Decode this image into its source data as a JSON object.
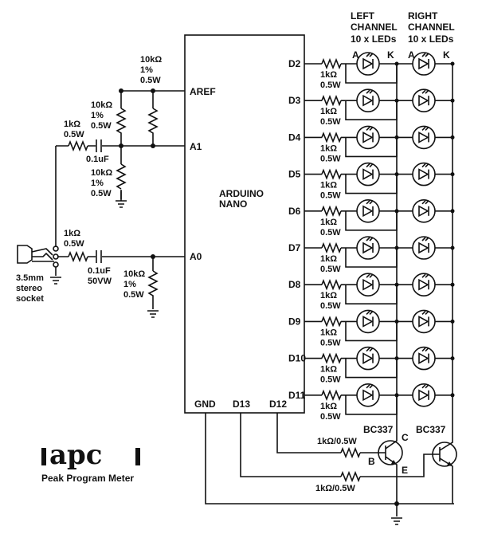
{
  "diagram": {
    "mcu": {
      "name_line1": "ARDUINO",
      "name_line2": "NANO",
      "pins_left": {
        "aref": "AREF",
        "a1": "A1",
        "a0": "A0"
      },
      "pins_bottom": {
        "gnd": "GND",
        "d13": "D13",
        "d12": "D12"
      },
      "pins_right": [
        "D2",
        "D3",
        "D4",
        "D5",
        "D6",
        "D7",
        "D8",
        "D9",
        "D10",
        "D11"
      ]
    },
    "led_resistor": {
      "line1": "1kΩ",
      "line2": "0.5W"
    },
    "channels": {
      "left": {
        "line1": "LEFT",
        "line2": "CHANNEL",
        "line3": "10 x LEDs"
      },
      "right": {
        "line1": "RIGHT",
        "line2": "CHANNEL",
        "line3": "10 x LEDs"
      },
      "anode": "A",
      "cathode": "K"
    },
    "input": {
      "aref_res": {
        "line1": "10kΩ",
        "line2": "1%",
        "line3": "0.5W"
      },
      "a1_upper_res": {
        "line1": "10kΩ",
        "line2": "1%",
        "line3": "0.5W"
      },
      "a1_lower_res": {
        "line1": "10kΩ",
        "line2": "1%",
        "line3": "0.5W"
      },
      "a0_res": {
        "line1": "10kΩ",
        "line2": "1%",
        "line3": "0.5W"
      },
      "r1": {
        "line1": "1kΩ",
        "line2": "0.5W"
      },
      "c1": "0.1uF",
      "r2": {
        "line1": "1kΩ",
        "line2": "0.5W"
      },
      "c2": {
        "line1": "0.1uF",
        "line2": "50VW"
      },
      "socket": {
        "line1": "3.5mm",
        "line2": "stereo",
        "line3": "socket"
      }
    },
    "transistors": {
      "left_name": "BC337",
      "right_name": "BC337",
      "pin_c": "C",
      "pin_b": "B",
      "pin_e": "E",
      "base_res_upper": "1kΩ/0.5W",
      "base_res_lower": "1kΩ/0.5W"
    },
    "logo": {
      "mark": "apc",
      "subtitle": "Peak Program Meter"
    }
  },
  "colors": {
    "ink": "#111111",
    "background": "#ffffff"
  }
}
